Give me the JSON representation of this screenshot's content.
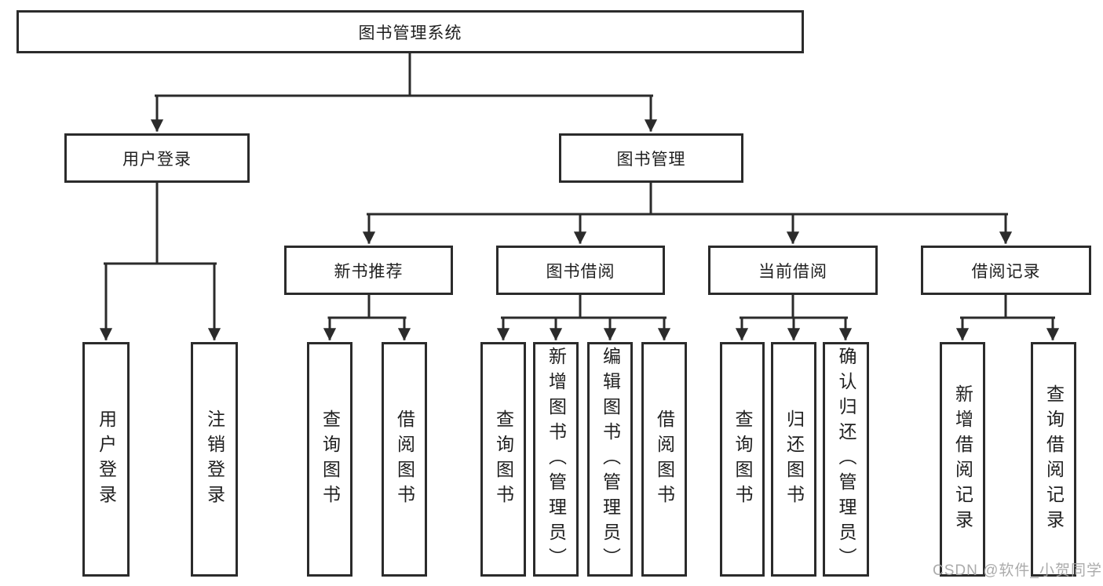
{
  "title": "图书管理系统",
  "watermark": "CSDN @软件_小贺同学",
  "colors": {
    "line": "#2b2b2b",
    "box_border": "#2b2b2b",
    "text": "#1f1f1f",
    "watermark": "#a4a4a4",
    "background": "#ffffff"
  },
  "nodes": {
    "root": {
      "label": "图书管理系统"
    },
    "user_login": {
      "label": "用户登录"
    },
    "book_mgmt": {
      "label": "图书管理"
    },
    "new_book_rec": {
      "label": "新书推荐"
    },
    "book_borrow": {
      "label": "图书借阅"
    },
    "current_borrow": {
      "label": "当前借阅"
    },
    "borrow_records": {
      "label": "借阅记录"
    },
    "leaf_user_login": {
      "label": "用户登录"
    },
    "leaf_logout": {
      "label": "注销登录"
    },
    "leaf_query_books_1": {
      "label": "查询图书"
    },
    "leaf_borrow_books_1": {
      "label": "借阅图书"
    },
    "leaf_query_books_2": {
      "label": "查询图书"
    },
    "leaf_add_books": {
      "label": "新增图书（管理员）"
    },
    "leaf_edit_books": {
      "label": "编辑图书（管理员）"
    },
    "leaf_borrow_books_2": {
      "label": "借阅图书"
    },
    "leaf_query_books_3": {
      "label": "查询图书"
    },
    "leaf_return_books": {
      "label": "归还图书"
    },
    "leaf_confirm_return": {
      "label": "确认归还（管理员）"
    },
    "leaf_add_borrow_record": {
      "label": "新增借阅记录"
    },
    "leaf_query_borrow_record": {
      "label": "查询借阅记录"
    }
  },
  "edges": [
    [
      "root",
      "user_login"
    ],
    [
      "root",
      "book_mgmt"
    ],
    [
      "user_login",
      "leaf_user_login"
    ],
    [
      "user_login",
      "leaf_logout"
    ],
    [
      "book_mgmt",
      "new_book_rec"
    ],
    [
      "book_mgmt",
      "book_borrow"
    ],
    [
      "book_mgmt",
      "current_borrow"
    ],
    [
      "book_mgmt",
      "borrow_records"
    ],
    [
      "new_book_rec",
      "leaf_query_books_1"
    ],
    [
      "new_book_rec",
      "leaf_borrow_books_1"
    ],
    [
      "book_borrow",
      "leaf_query_books_2"
    ],
    [
      "book_borrow",
      "leaf_add_books"
    ],
    [
      "book_borrow",
      "leaf_edit_books"
    ],
    [
      "book_borrow",
      "leaf_borrow_books_2"
    ],
    [
      "current_borrow",
      "leaf_query_books_3"
    ],
    [
      "current_borrow",
      "leaf_return_books"
    ],
    [
      "current_borrow",
      "leaf_confirm_return"
    ],
    [
      "borrow_records",
      "leaf_add_borrow_record"
    ],
    [
      "borrow_records",
      "leaf_query_borrow_record"
    ]
  ]
}
